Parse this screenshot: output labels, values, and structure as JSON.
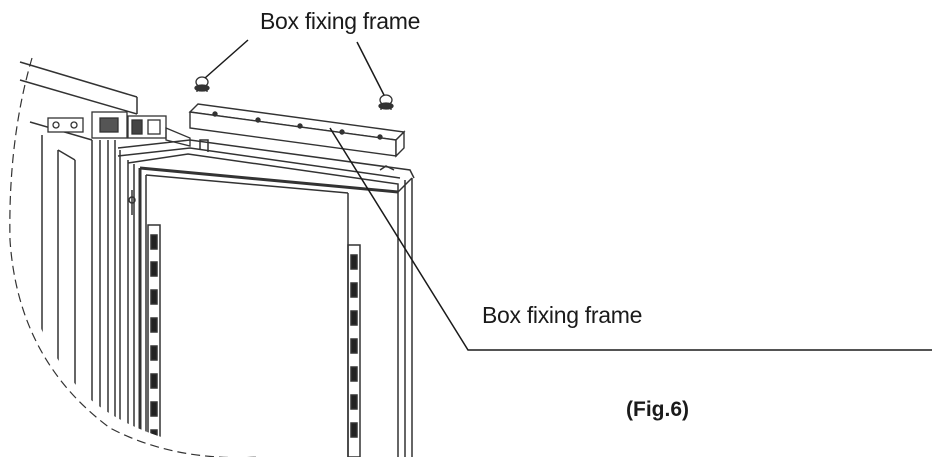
{
  "callouts": {
    "top_label": "Box fixing frame",
    "right_label": "Box fixing frame"
  },
  "figure": {
    "caption": "(Fig.6)"
  },
  "colors": {
    "line": "#1a1a1a",
    "stroke": "#333333",
    "background": "#ffffff"
  }
}
